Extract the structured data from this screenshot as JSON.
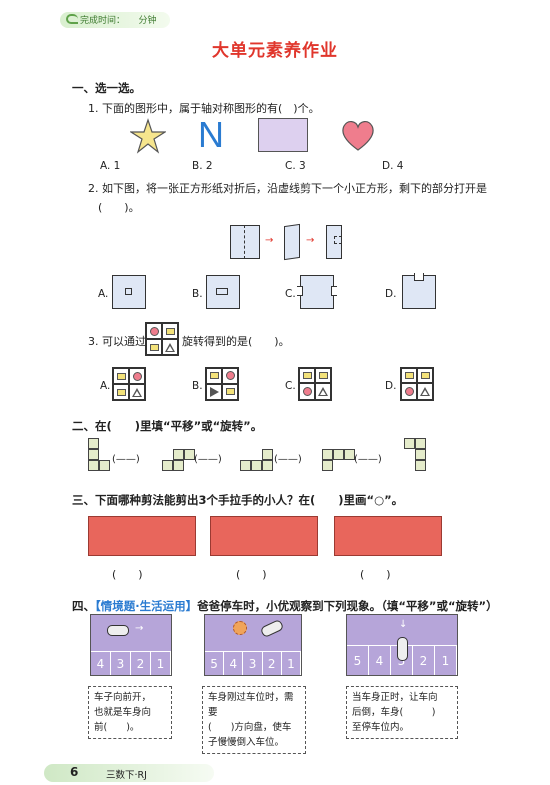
{
  "header": {
    "timer_label": "完成时间：",
    "timer_unit": "分钟"
  },
  "title": "大单元素养作业",
  "sec1": {
    "heading": "一、选一选。",
    "q1": {
      "text": "1. 下面的图形中，属于轴对称图形的有(　)个。",
      "glyph_n": "N",
      "options": [
        "A. 1",
        "B. 2",
        "C. 3",
        "D. 4"
      ]
    },
    "q2": {
      "text": "2. 如下图，将一张正方形纸对折后，沿虚线剪下一个小正方形，剩下的部分打开是",
      "paren": "(　　)。",
      "options": [
        "A.",
        "B.",
        "C.",
        "D."
      ]
    },
    "q3": {
      "text_pre": "3. 可以通过",
      "text_post": "旋转得到的是(　　)。",
      "options": [
        "A.",
        "B.",
        "C.",
        "D."
      ]
    }
  },
  "sec2": {
    "heading": "二、在(　　)里填“平移”或“旋转”。"
  },
  "sec3": {
    "heading": "三、下面哪种剪法能剪出3个手拉手的小人？在(　　)里画“○”。",
    "parens": [
      "(　　)",
      "(　　)",
      "(　　)"
    ]
  },
  "sec4": {
    "heading_pre": "四、",
    "tag": "【情境题·生活运用】",
    "heading_post": "爸爸停车时，小优观察到下列现象。（填“平移”或“旋转”）",
    "panels": [
      {
        "slots": [
          "4",
          "3",
          "2",
          "1"
        ],
        "note": [
          "车子向前开，",
          "也就是车身向",
          "前(　　)。"
        ]
      },
      {
        "slots": [
          "5",
          "4",
          "3",
          "2",
          "1"
        ],
        "note": [
          "车身刚过车位时，需要",
          "(　　)方向盘，使车",
          "子慢慢倒入车位。"
        ]
      },
      {
        "slots": [
          "5",
          "4",
          "3",
          "2",
          "1"
        ],
        "note": [
          "当车身正时，让车向",
          "后倒，车身(　　　)",
          "至停车位内。"
        ]
      }
    ]
  },
  "footer": {
    "page": "6",
    "book": "三数下·RJ"
  },
  "colors": {
    "title": "#e0362c",
    "accent_blue": "#2a7bd1",
    "paper": "#e8665c",
    "lot": "#b6a5d9"
  }
}
